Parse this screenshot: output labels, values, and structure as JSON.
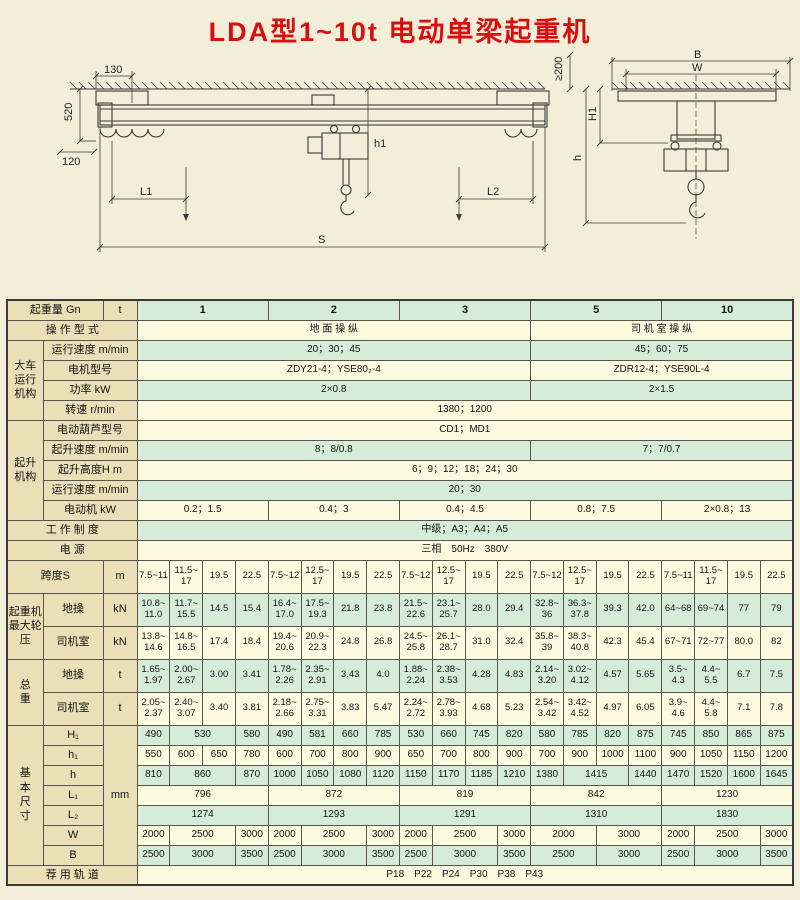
{
  "title": "LDA型1~10t 电动单梁起重机",
  "drawing": {
    "labels": {
      "dim_130": "130",
      "dim_520": "520",
      "dim_120": "120",
      "dim_L1": "L1",
      "dim_L2": "L2",
      "dim_S": "S",
      "dim_h1": "h1",
      "dim_B": "B",
      "dim_W": "W",
      "dim_200": "≥200",
      "dim_H1": "H1",
      "dim_h": "h"
    }
  },
  "table": {
    "rows": [
      {
        "cls": "g first",
        "cells": [
          {
            "t": "起重量 Gn",
            "cs": 2,
            "y": "L"
          },
          {
            "t": "t",
            "y": "U"
          },
          {
            "t": "1",
            "cs": 4
          },
          {
            "t": "2",
            "cs": 4
          },
          {
            "t": "3",
            "cs": 4
          },
          {
            "t": "5",
            "cs": 4
          },
          {
            "t": "10",
            "cs": 4
          }
        ]
      },
      {
        "cls": "y",
        "cells": [
          {
            "t": "操 作 型 式",
            "cs": 3,
            "y": "L"
          },
          {
            "t": "地 面 操 纵",
            "cs": 12
          },
          {
            "t": "司 机 室 操 纵",
            "cs": 8
          }
        ]
      },
      {
        "cls": "g",
        "cells": [
          {
            "t": "大车\n运行\n机构",
            "rs": 4,
            "y": "G"
          },
          {
            "t": "运行速度 m/min",
            "cs": 2,
            "y": "L"
          },
          {
            "t": "20；30；45",
            "cs": 12
          },
          {
            "t": "45；60；75",
            "cs": 8
          }
        ]
      },
      {
        "cls": "y",
        "cells": [
          {
            "t": "电机型号",
            "cs": 2,
            "y": "L"
          },
          {
            "t": "ZDY21-4；YSE80₂-4",
            "cs": 12
          },
          {
            "t": "ZDR12-4；YSE90L-4",
            "cs": 8
          }
        ]
      },
      {
        "cls": "g",
        "cells": [
          {
            "t": "功率 kW",
            "cs": 2,
            "y": "L"
          },
          {
            "t": "2×0.8",
            "cs": 12
          },
          {
            "t": "2×1.5",
            "cs": 8
          }
        ]
      },
      {
        "cls": "y",
        "cells": [
          {
            "t": "转速 r/min",
            "cs": 2,
            "y": "L"
          },
          {
            "t": "1380；1200",
            "cs": 20
          }
        ]
      },
      {
        "cls": "y",
        "cells": [
          {
            "t": "起升\n机构",
            "rs": 5,
            "y": "G"
          },
          {
            "t": "电动葫芦型号",
            "cs": 2,
            "y": "L"
          },
          {
            "t": "CD1；MD1",
            "cs": 20
          }
        ]
      },
      {
        "cls": "g",
        "cells": [
          {
            "t": "起升速度 m/min",
            "cs": 2,
            "y": "L"
          },
          {
            "t": "8；8/0.8",
            "cs": 12
          },
          {
            "t": "7；7/0.7",
            "cs": 8
          }
        ]
      },
      {
        "cls": "y",
        "cells": [
          {
            "t": "起升高度H m",
            "cs": 2,
            "y": "L"
          },
          {
            "t": "6；9；12；18；24；30",
            "cs": 20
          }
        ]
      },
      {
        "cls": "g",
        "cells": [
          {
            "t": "运行速度 m/min",
            "cs": 2,
            "y": "L"
          },
          {
            "t": "20；30",
            "cs": 20
          }
        ]
      },
      {
        "cls": "y",
        "cells": [
          {
            "t": "电动机 kW",
            "cs": 2,
            "y": "L"
          },
          {
            "t": "0.2；1.5",
            "cs": 4
          },
          {
            "t": "0.4；3",
            "cs": 4
          },
          {
            "t": "0.4；4.5",
            "cs": 4
          },
          {
            "t": "0.8；7.5",
            "cs": 4
          },
          {
            "t": "2×0.8；13",
            "cs": 4
          }
        ]
      },
      {
        "cls": "g",
        "cells": [
          {
            "t": "工 作 制 度",
            "cs": 3,
            "y": "L"
          },
          {
            "t": "中级；A3；A4；A5",
            "cs": 20
          }
        ]
      },
      {
        "cls": "y",
        "cells": [
          {
            "t": "电 源",
            "cs": 3,
            "y": "L"
          },
          {
            "t": "三相　50Hz　380V",
            "cs": 20
          }
        ]
      },
      {
        "cls": "y tall",
        "cells": [
          {
            "t": "跨度S",
            "cs": 2,
            "y": "L"
          },
          {
            "t": "m",
            "y": "U"
          },
          {
            "t": "7.5~11"
          },
          {
            "t": "11.5~\n17"
          },
          {
            "t": "19.5"
          },
          {
            "t": "22.5"
          },
          {
            "t": "7.5~12"
          },
          {
            "t": "12.5~\n17"
          },
          {
            "t": "19.5"
          },
          {
            "t": "22.5"
          },
          {
            "t": "7.5~12"
          },
          {
            "t": "12.5~\n17"
          },
          {
            "t": "19.5"
          },
          {
            "t": "22.5"
          },
          {
            "t": "7.5~12"
          },
          {
            "t": "12.5~\n17"
          },
          {
            "t": "19.5"
          },
          {
            "t": "22.5"
          },
          {
            "t": "7.5~11"
          },
          {
            "t": "11.5~\n17"
          },
          {
            "t": "19.5"
          },
          {
            "t": "22.5"
          }
        ]
      },
      {
        "cls": "g tall",
        "cells": [
          {
            "t": "起重机\n最大轮\n压",
            "rs": 2,
            "y": "G"
          },
          {
            "t": "地操",
            "y": "L"
          },
          {
            "t": "kN",
            "y": "U"
          },
          {
            "t": "10.8~\n11.0"
          },
          {
            "t": "11.7~\n15.5"
          },
          {
            "t": "14.5"
          },
          {
            "t": "15.4"
          },
          {
            "t": "16.4~\n17.0"
          },
          {
            "t": "17.5~\n19.3"
          },
          {
            "t": "21.8"
          },
          {
            "t": "23.8"
          },
          {
            "t": "21.5~\n22.6"
          },
          {
            "t": "23.1~\n25.7"
          },
          {
            "t": "28.0"
          },
          {
            "t": "29.4"
          },
          {
            "t": "32.8~\n36"
          },
          {
            "t": "36.3~\n37.8"
          },
          {
            "t": "39.3"
          },
          {
            "t": "42.0"
          },
          {
            "t": "64~68"
          },
          {
            "t": "69~74"
          },
          {
            "t": "77"
          },
          {
            "t": "79"
          }
        ]
      },
      {
        "cls": "y tall",
        "cells": [
          {
            "t": "司机室",
            "y": "L"
          },
          {
            "t": "kN",
            "y": "U"
          },
          {
            "t": "13.8~\n14.6"
          },
          {
            "t": "14.8~\n16.5"
          },
          {
            "t": "17.4"
          },
          {
            "t": "18.4"
          },
          {
            "t": "19.4~\n20.6"
          },
          {
            "t": "20.9~\n22.3"
          },
          {
            "t": "24.8"
          },
          {
            "t": "26.8"
          },
          {
            "t": "24.5~\n25.8"
          },
          {
            "t": "26.1~\n28.7"
          },
          {
            "t": "31.0"
          },
          {
            "t": "32.4"
          },
          {
            "t": "35.8~\n39"
          },
          {
            "t": "38.3~\n40.8"
          },
          {
            "t": "42.3"
          },
          {
            "t": "45.4"
          },
          {
            "t": "67~71"
          },
          {
            "t": "72~77"
          },
          {
            "t": "80.0"
          },
          {
            "t": "82"
          }
        ]
      },
      {
        "cls": "g tall",
        "cells": [
          {
            "t": "总\n重",
            "rs": 2,
            "y": "G"
          },
          {
            "t": "地操",
            "y": "L"
          },
          {
            "t": "t",
            "y": "U"
          },
          {
            "t": "1.65~\n1.97"
          },
          {
            "t": "2.00~\n2.67"
          },
          {
            "t": "3.00"
          },
          {
            "t": "3.41"
          },
          {
            "t": "1.78~\n2.26"
          },
          {
            "t": "2.35~\n2.91"
          },
          {
            "t": "3.43"
          },
          {
            "t": "4.0"
          },
          {
            "t": "1.88~\n2.24"
          },
          {
            "t": "2.38~\n3.53"
          },
          {
            "t": "4.28"
          },
          {
            "t": "4.83"
          },
          {
            "t": "2.14~\n3.20"
          },
          {
            "t": "3.02~\n4.12"
          },
          {
            "t": "4.57"
          },
          {
            "t": "5.65"
          },
          {
            "t": "3.5~\n4.3"
          },
          {
            "t": "4.4~\n5.5"
          },
          {
            "t": "6.7"
          },
          {
            "t": "7.5"
          }
        ]
      },
      {
        "cls": "y tall",
        "cells": [
          {
            "t": "司机室",
            "y": "L"
          },
          {
            "t": "t",
            "y": "U"
          },
          {
            "t": "2.05~\n2.37"
          },
          {
            "t": "2.40~\n3.07"
          },
          {
            "t": "3.40"
          },
          {
            "t": "3.81"
          },
          {
            "t": "2.18~\n2.66"
          },
          {
            "t": "2.75~\n3.31"
          },
          {
            "t": "3.83"
          },
          {
            "t": "5.47"
          },
          {
            "t": "2.24~\n2.72"
          },
          {
            "t": "2.78~\n3.93"
          },
          {
            "t": "4.68"
          },
          {
            "t": "5.23"
          },
          {
            "t": "2.54~\n3.42"
          },
          {
            "t": "3.42~\n4.52"
          },
          {
            "t": "4.97"
          },
          {
            "t": "6.05"
          },
          {
            "t": "3.9~\n4.6"
          },
          {
            "t": "4.4~\n5.8"
          },
          {
            "t": "7.1"
          },
          {
            "t": "7.8"
          }
        ]
      },
      {
        "cls": "g",
        "cells": [
          {
            "t": "基\n本\n尺\n寸",
            "rs": 7,
            "y": "G"
          },
          {
            "t": "H₁",
            "y": "L"
          },
          {
            "t": "mm",
            "rs": 7,
            "y": "U"
          },
          {
            "t": "490"
          },
          {
            "t": "530",
            "cs": 2
          },
          {
            "t": "580"
          },
          {
            "t": "490"
          },
          {
            "t": "581"
          },
          {
            "t": "660"
          },
          {
            "t": "785"
          },
          {
            "t": "530"
          },
          {
            "t": "660"
          },
          {
            "t": "745"
          },
          {
            "t": "820"
          },
          {
            "t": "580"
          },
          {
            "t": "785"
          },
          {
            "t": "820"
          },
          {
            "t": "875"
          },
          {
            "t": "745"
          },
          {
            "t": "850"
          },
          {
            "t": "865"
          },
          {
            "t": "875"
          }
        ]
      },
      {
        "cls": "y",
        "cells": [
          {
            "t": "h₁",
            "y": "L"
          },
          {
            "t": "550"
          },
          {
            "t": "600"
          },
          {
            "t": "650"
          },
          {
            "t": "780"
          },
          {
            "t": "600"
          },
          {
            "t": "700"
          },
          {
            "t": "800"
          },
          {
            "t": "900"
          },
          {
            "t": "650"
          },
          {
            "t": "700"
          },
          {
            "t": "800"
          },
          {
            "t": "900"
          },
          {
            "t": "700"
          },
          {
            "t": "900"
          },
          {
            "t": "1000"
          },
          {
            "t": "1100"
          },
          {
            "t": "900"
          },
          {
            "t": "1050"
          },
          {
            "t": "1150"
          },
          {
            "t": "1200"
          }
        ]
      },
      {
        "cls": "g",
        "cells": [
          {
            "t": "h",
            "y": "L"
          },
          {
            "t": "810"
          },
          {
            "t": "860",
            "cs": 2
          },
          {
            "t": "870"
          },
          {
            "t": "1000"
          },
          {
            "t": "1050"
          },
          {
            "t": "1080"
          },
          {
            "t": "1120"
          },
          {
            "t": "1150"
          },
          {
            "t": "1170"
          },
          {
            "t": "1185"
          },
          {
            "t": "1210"
          },
          {
            "t": "1380"
          },
          {
            "t": "1415",
            "cs": 2
          },
          {
            "t": "1440"
          },
          {
            "t": "1470"
          },
          {
            "t": "1520"
          },
          {
            "t": "1600"
          },
          {
            "t": "1645"
          }
        ]
      },
      {
        "cls": "y",
        "cells": [
          {
            "t": "L₁",
            "y": "L"
          },
          {
            "t": "796",
            "cs": 4
          },
          {
            "t": "872",
            "cs": 4
          },
          {
            "t": "819",
            "cs": 4
          },
          {
            "t": "842",
            "cs": 4
          },
          {
            "t": "1230",
            "cs": 4
          }
        ]
      },
      {
        "cls": "g",
        "cells": [
          {
            "t": "L₂",
            "y": "L"
          },
          {
            "t": "1274",
            "cs": 4
          },
          {
            "t": "1293",
            "cs": 4
          },
          {
            "t": "1291",
            "cs": 4
          },
          {
            "t": "1310",
            "cs": 4
          },
          {
            "t": "1830",
            "cs": 4
          }
        ]
      },
      {
        "cls": "y",
        "cells": [
          {
            "t": "W",
            "y": "L"
          },
          {
            "t": "2000"
          },
          {
            "t": "2500",
            "cs": 2
          },
          {
            "t": "3000"
          },
          {
            "t": "2000"
          },
          {
            "t": "2500",
            "cs": 2
          },
          {
            "t": "3000"
          },
          {
            "t": "2000"
          },
          {
            "t": "2500",
            "cs": 2
          },
          {
            "t": "3000"
          },
          {
            "t": "2000",
            "cs": 2
          },
          {
            "t": "3000",
            "cs": 2
          },
          {
            "t": "2000"
          },
          {
            "t": "2500",
            "cs": 2
          },
          {
            "t": "3000"
          }
        ]
      },
      {
        "cls": "g",
        "cells": [
          {
            "t": "B",
            "y": "L"
          },
          {
            "t": "2500"
          },
          {
            "t": "3000",
            "cs": 2
          },
          {
            "t": "3500"
          },
          {
            "t": "2500"
          },
          {
            "t": "3000",
            "cs": 2
          },
          {
            "t": "3500"
          },
          {
            "t": "2500"
          },
          {
            "t": "3000",
            "cs": 2
          },
          {
            "t": "3500"
          },
          {
            "t": "2500",
            "cs": 2
          },
          {
            "t": "3000",
            "cs": 2
          },
          {
            "t": "2500"
          },
          {
            "t": "3000",
            "cs": 2
          },
          {
            "t": "3500"
          }
        ]
      },
      {
        "cls": "y",
        "cells": [
          {
            "t": "荐 用 轨 道",
            "cs": 3,
            "y": "L"
          },
          {
            "t": "P18　P22　P24　P30　P38　P43",
            "cs": 20
          }
        ]
      }
    ]
  }
}
